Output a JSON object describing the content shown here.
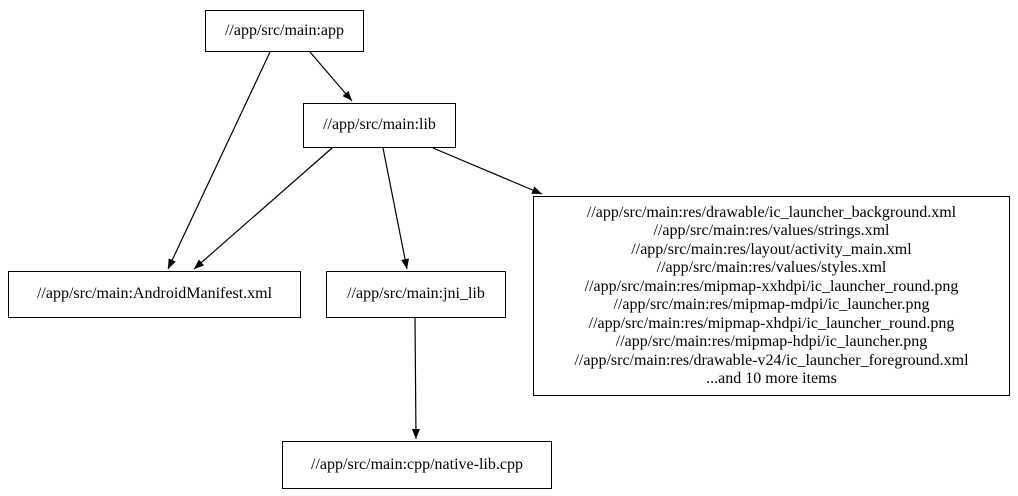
{
  "diagram": {
    "type": "dependency-graph",
    "background_color": "#ffffff",
    "node_border_color": "#000000",
    "edge_color": "#000000",
    "text_color": "#000000",
    "nodes": {
      "app": {
        "label": "//app/src/main:app"
      },
      "lib": {
        "label": "//app/src/main:lib"
      },
      "manifest": {
        "label": "//app/src/main:AndroidManifest.xml"
      },
      "jni_lib": {
        "label": "//app/src/main:jni_lib"
      },
      "res_files": {
        "lines": [
          "//app/src/main:res/drawable/ic_launcher_background.xml",
          "//app/src/main:res/values/strings.xml",
          "//app/src/main:res/layout/activity_main.xml",
          "//app/src/main:res/values/styles.xml",
          "//app/src/main:res/mipmap-xxhdpi/ic_launcher_round.png",
          "//app/src/main:res/mipmap-mdpi/ic_launcher.png",
          "//app/src/main:res/mipmap-xhdpi/ic_launcher_round.png",
          "//app/src/main:res/mipmap-hdpi/ic_launcher.png",
          "//app/src/main:res/drawable-v24/ic_launcher_foreground.xml",
          "...and 10 more items"
        ]
      },
      "native_lib": {
        "label": "//app/src/main:cpp/native-lib.cpp"
      }
    },
    "edges": [
      {
        "from": "app",
        "to": "lib"
      },
      {
        "from": "app",
        "to": "manifest"
      },
      {
        "from": "lib",
        "to": "manifest"
      },
      {
        "from": "lib",
        "to": "jni_lib"
      },
      {
        "from": "lib",
        "to": "res_files"
      },
      {
        "from": "jni_lib",
        "to": "native_lib"
      }
    ]
  }
}
